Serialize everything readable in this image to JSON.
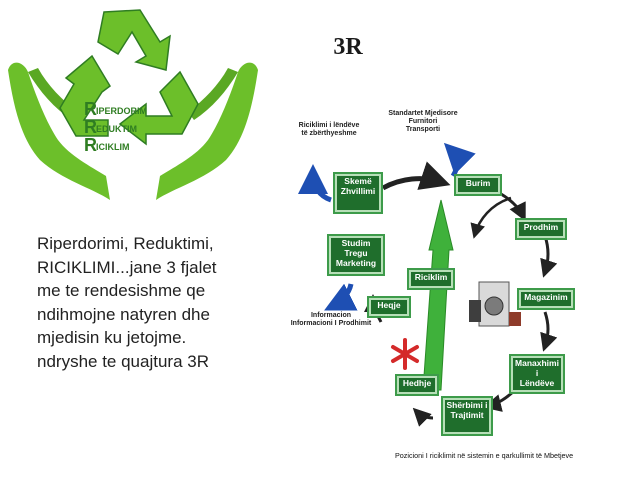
{
  "slide": {
    "title": "3R",
    "body_lines": [
      "Riperdorimi, Reduktimi,",
      "RICIKLIMI...jane 3 fjalet",
      "me te rendesishme qe",
      "ndihmojne natyren dhe",
      "mjedisin ku jetojme.",
      "ndryshe te quajtura 3R"
    ],
    "caption": "Pozicioni I riciklimit  në sistemin e qarkullimit të Mbetjeve"
  },
  "logo": {
    "letters": [
      "R",
      "R",
      "R"
    ],
    "words": [
      "IPERDORIM",
      "EDUKTIM",
      "ICIKLIM"
    ],
    "colors": {
      "green": "#6cbf2a",
      "dark_green": "#2f7d22",
      "red": "#c0272d"
    }
  },
  "diagram": {
    "boxes": [
      {
        "id": "skeme",
        "lines": [
          "Skemë",
          "Zhvillimi"
        ]
      },
      {
        "id": "burim",
        "lines": [
          "Burim"
        ]
      },
      {
        "id": "prodhim",
        "lines": [
          "Prodhim"
        ]
      },
      {
        "id": "studim",
        "lines": [
          "Studim Tregu",
          "Marketing"
        ]
      },
      {
        "id": "riciklim",
        "lines": [
          "Riciklim"
        ]
      },
      {
        "id": "magazinim",
        "lines": [
          "Magazinim"
        ]
      },
      {
        "id": "heqje",
        "lines": [
          "Heqje"
        ]
      },
      {
        "id": "manaxhimi",
        "lines": [
          "Manaxhimi i",
          "Lëndëve"
        ]
      },
      {
        "id": "hedhje",
        "lines": [
          "Hedhje"
        ]
      },
      {
        "id": "sherbimi",
        "lines": [
          "Shërbimi i",
          "Trajtimit"
        ]
      }
    ],
    "labels": {
      "riciklimi": [
        "Riciklimi i lëndëve",
        "të zbërthyeshme"
      ],
      "standartet": [
        "Standartet Mjedisore",
        "Furnitori",
        "Transporti"
      ],
      "informacion": [
        "Informacion",
        "Informacioni I Prodhimit"
      ]
    }
  }
}
